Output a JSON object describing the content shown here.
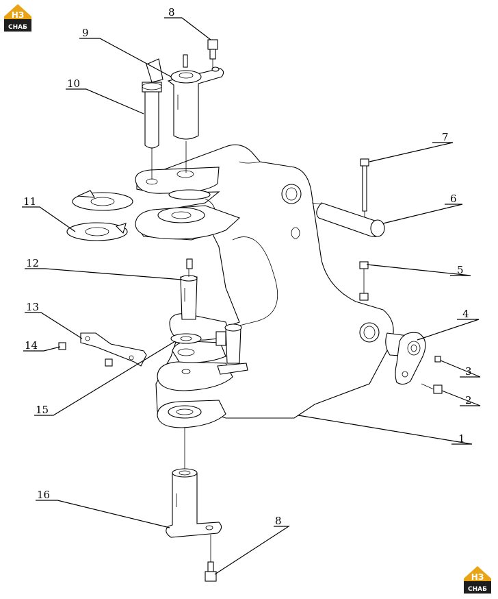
{
  "logo": {
    "top": "НЗ",
    "bottom": "СНАБ"
  },
  "callouts": [
    "1",
    "2",
    "3",
    "4",
    "5",
    "6",
    "7",
    "8",
    "9",
    "10",
    "11",
    "12",
    "13",
    "14",
    "15",
    "16"
  ],
  "colors": {
    "logo_accent": "#e9a416",
    "logo_dark": "#1e1e1e",
    "line": "#000000"
  }
}
